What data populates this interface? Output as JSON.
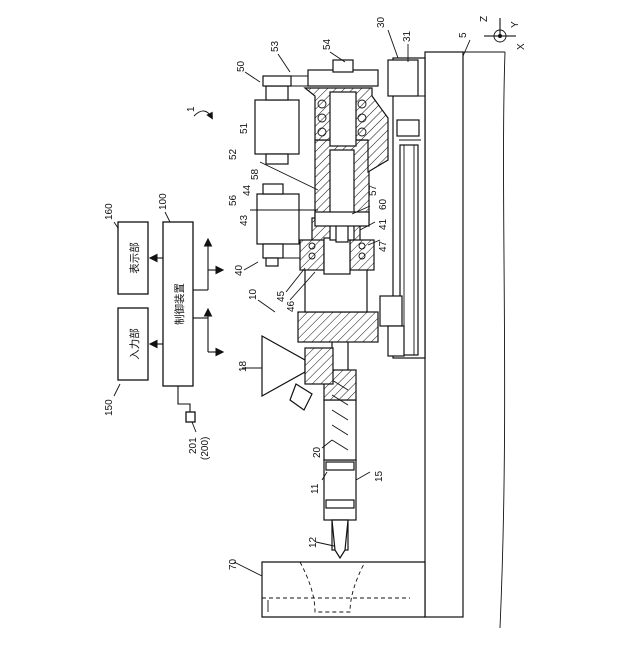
{
  "blocks": {
    "input": "入力部",
    "display": "表示部",
    "controller": "制御装置"
  },
  "refs": {
    "r1": "1",
    "r5": "5",
    "r10": "10",
    "r11": "11",
    "r12": "12",
    "r15": "15",
    "r18": "18",
    "r20": "20",
    "r30": "30",
    "r31": "31",
    "r40": "40",
    "r41": "41",
    "r43": "43",
    "r44": "44",
    "r45": "45",
    "r46": "46",
    "r47": "47",
    "r50": "50",
    "r51": "51",
    "r52": "52",
    "r53": "53",
    "r54": "54",
    "r56": "56",
    "r57": "57",
    "r58": "58",
    "r60": "60",
    "r70": "70",
    "r100": "100",
    "r150": "150",
    "r160": "160",
    "r201": "201",
    "r200": "(200)"
  },
  "axes": {
    "z": "Z",
    "y": "Y",
    "x": "X"
  }
}
